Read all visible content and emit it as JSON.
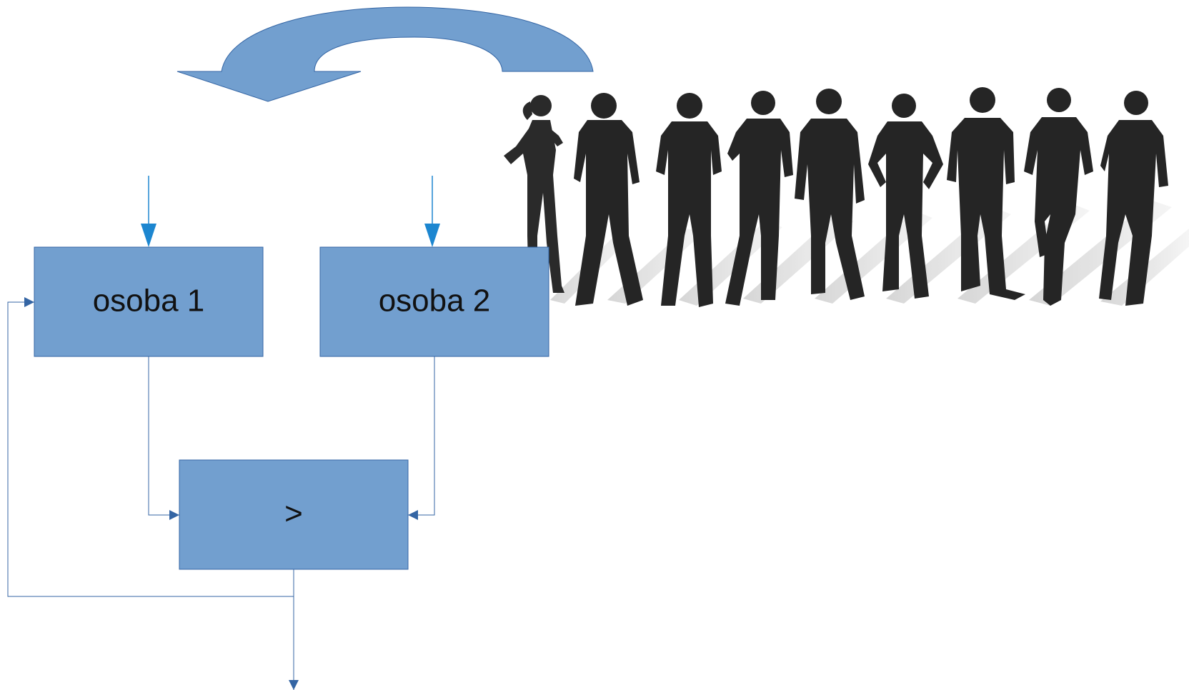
{
  "diagram": {
    "boxes": {
      "person1": {
        "label": "osoba 1"
      },
      "person2": {
        "label": "osoba 2"
      },
      "compare": {
        "label": ">"
      }
    },
    "colors": {
      "box_fill": "#729fcf",
      "box_stroke": "#3465a4",
      "connector": "#3465a4",
      "input_arrow": "#1c86d0",
      "loop_arrow": "#729fcf"
    },
    "illustration": {
      "icon": "people-silhouettes",
      "count": 9,
      "color": "#2a2a2a"
    }
  }
}
